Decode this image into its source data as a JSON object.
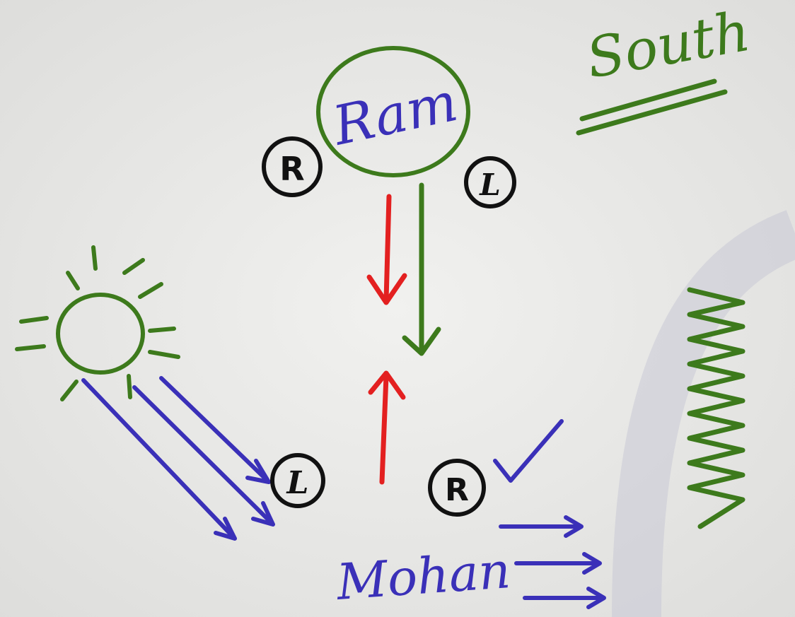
{
  "labels": {
    "direction": "South",
    "person_top": "Ram",
    "person_bottom": "Mohan",
    "right_marker": "R",
    "left_marker": "L"
  },
  "annotations": {
    "sun_icon": "sun-icon",
    "tick_icon": "check-icon",
    "sunlight_rays": "arrow-icon",
    "shadow_marks": "zigzag-icon"
  },
  "colors": {
    "green": "#3d7a1c",
    "blue": "#3a30b8",
    "red": "#e32020",
    "black": "#111111"
  }
}
